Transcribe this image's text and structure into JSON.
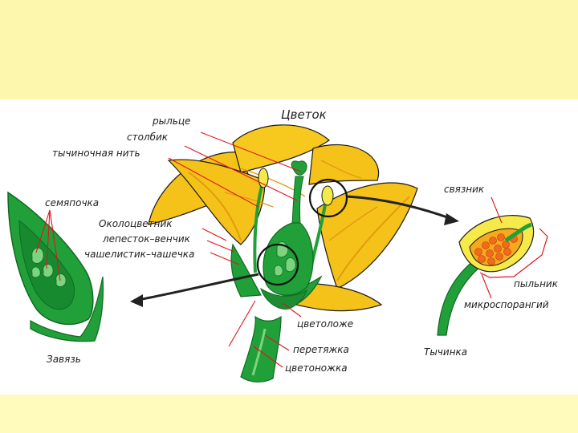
{
  "diagram": {
    "title": "Цветок",
    "labels": {
      "stigma": "рыльце",
      "style": "столбик",
      "filament": "тычиночная нить",
      "ovule": "семяпочка",
      "perianth": "Околоцветник",
      "petal": "лепесток–венчик",
      "sepal": "чашелистик–чашечка",
      "receptacle": "цветоложе",
      "constriction": "перетяжка",
      "pedicel": "цветоножка",
      "connective": "связник",
      "anther": "пыльник",
      "microsporangium": "микроспорангий",
      "stamen": "Тычинка",
      "ovary": "Завязь"
    },
    "colors": {
      "petal": "#f5c21a",
      "petal_shadow": "#e29b0c",
      "green": "#21a03a",
      "dark_green": "#0f6a22",
      "leader_line": "#e0141e",
      "arrow": "#222222",
      "pollen": "#f26a1b"
    }
  }
}
